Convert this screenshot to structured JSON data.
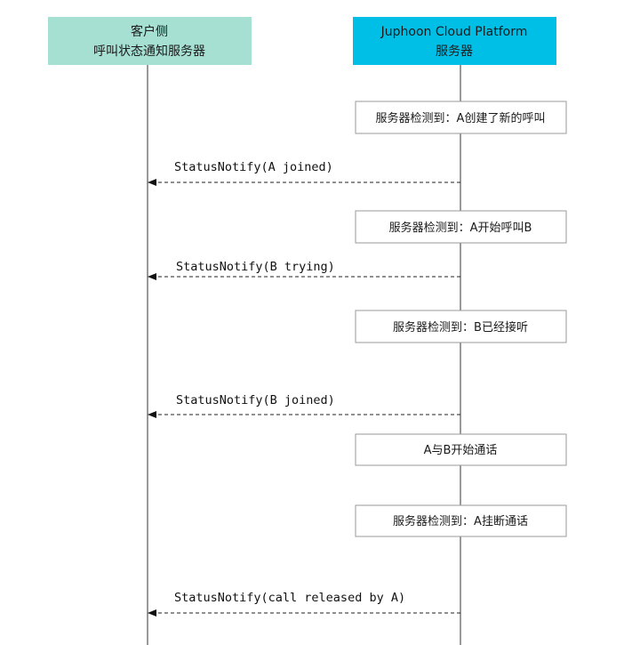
{
  "actors": [
    {
      "id": "client",
      "lines": [
        "客户侧",
        "呼叫状态通知服务器"
      ],
      "color": "#a5e0d3"
    },
    {
      "id": "server",
      "lines": [
        "Juphoon Cloud Platform",
        "服务器"
      ],
      "color": "#00bfe6"
    }
  ],
  "steps": [
    {
      "kind": "note",
      "actor": "server",
      "text": "服务器检测到：A创建了新的呼叫"
    },
    {
      "kind": "message",
      "from": "server",
      "to": "client",
      "text": "StatusNotify(A joined)"
    },
    {
      "kind": "note",
      "actor": "server",
      "text": "服务器检测到：A开始呼叫B"
    },
    {
      "kind": "message",
      "from": "server",
      "to": "client",
      "text": "StatusNotify(B trying)"
    },
    {
      "kind": "note",
      "actor": "server",
      "text": "服务器检测到：B已经接听"
    },
    {
      "kind": "message",
      "from": "server",
      "to": "client",
      "text": "StatusNotify(B joined)"
    },
    {
      "kind": "note",
      "actor": "server",
      "text": "A与B开始通话"
    },
    {
      "kind": "note",
      "actor": "server",
      "text": "服务器检测到：A挂断通话"
    },
    {
      "kind": "message",
      "from": "server",
      "to": "client",
      "text": "StatusNotify(call released by A)"
    }
  ]
}
